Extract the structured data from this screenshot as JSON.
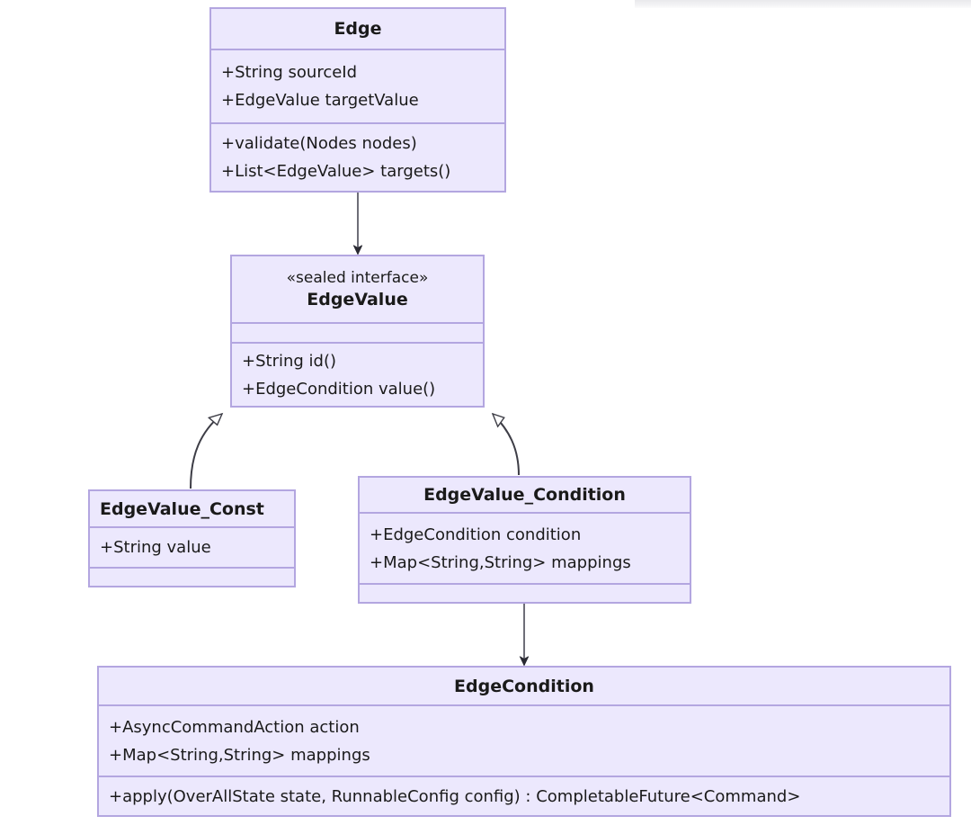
{
  "diagram": {
    "type": "uml-class-diagram",
    "title": "",
    "colors": {
      "box_fill": "#ece8fd",
      "box_border": "#b3a6e0",
      "text": "#1a1a1a",
      "connector": "#3d3d46",
      "background": "#ffffff"
    },
    "classes": [
      {
        "id": "edge",
        "name": "Edge",
        "stereotype": "",
        "title_align": "center",
        "attributes": [
          "+String sourceId",
          "+EdgeValue targetValue"
        ],
        "methods": [
          "+validate(Nodes nodes)",
          "+List<EdgeValue> targets()"
        ]
      },
      {
        "id": "edgevalue",
        "name": "EdgeValue",
        "stereotype": "«sealed interface»",
        "title_align": "center",
        "attributes": [],
        "methods": [
          "+String id()",
          "+EdgeCondition value()"
        ]
      },
      {
        "id": "edgevalue_const",
        "name": "EdgeValue_Const",
        "stereotype": "",
        "title_align": "left",
        "attributes": [
          "+String value"
        ],
        "methods": []
      },
      {
        "id": "edgevalue_condition",
        "name": "EdgeValue_Condition",
        "stereotype": "",
        "title_align": "center",
        "attributes": [
          "+EdgeCondition condition",
          "+Map<String,String> mappings"
        ],
        "methods": []
      },
      {
        "id": "edgecondition",
        "name": "EdgeCondition",
        "stereotype": "",
        "title_align": "center",
        "attributes": [
          "+AsyncCommandAction action",
          "+Map<String,String> mappings"
        ],
        "methods": [
          "+apply(OverAllState state, RunnableConfig config) : CompletableFuture<Command>"
        ]
      }
    ],
    "relations": [
      {
        "id": "rel-edge-edgevalue",
        "from": "edge",
        "to": "edgevalue",
        "kind": "association",
        "arrowhead": "filled-arrow",
        "label": ""
      },
      {
        "id": "rel-const-edgevalue",
        "from": "edgevalue_const",
        "to": "edgevalue",
        "kind": "realization",
        "arrowhead": "hollow-triangle",
        "label": ""
      },
      {
        "id": "rel-condition-edgevalue",
        "from": "edgevalue_condition",
        "to": "edgevalue",
        "kind": "realization",
        "arrowhead": "hollow-triangle",
        "label": ""
      },
      {
        "id": "rel-condition-edgecondition",
        "from": "edgevalue_condition",
        "to": "edgecondition",
        "kind": "association",
        "arrowhead": "filled-arrow",
        "label": ""
      }
    ]
  }
}
